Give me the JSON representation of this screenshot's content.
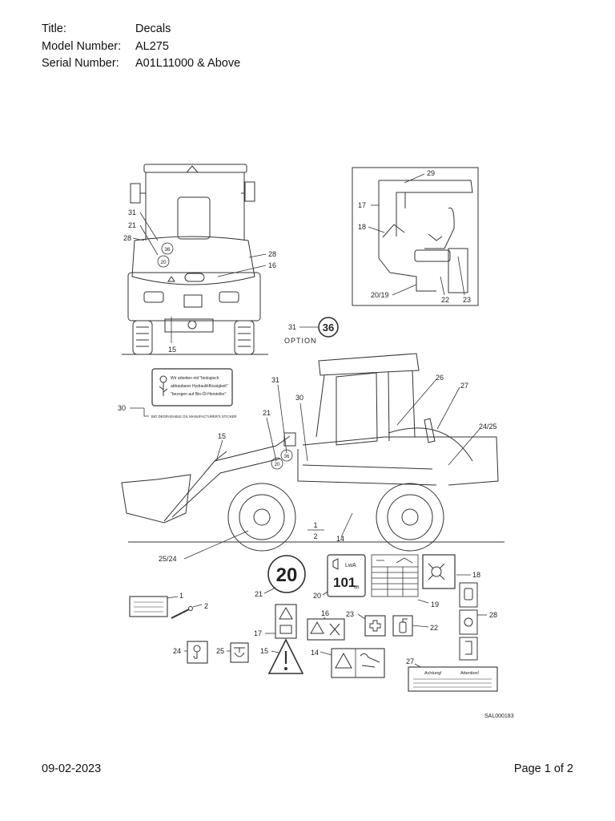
{
  "header": {
    "rows": [
      {
        "key": "Title:",
        "value": "Decals"
      },
      {
        "key": "Model Number:",
        "value": "AL275"
      },
      {
        "key": "Serial Number:",
        "value": "A01L11000 & Above"
      }
    ]
  },
  "figure": {
    "option_text": "OPTION",
    "ref_code": "SAL000183",
    "ratio_top": "1",
    "ratio_bottom": "2",
    "callouts": {
      "c1": "1",
      "c2": "2",
      "c14": "14",
      "c15": "15",
      "c16": "16",
      "c17": "17",
      "c18": "18",
      "c19": "19",
      "c20": "20",
      "c21": "21",
      "c22": "22",
      "c23": "23",
      "c24": "24",
      "c25": "25",
      "c26": "26",
      "c27": "27",
      "c28": "28",
      "c29": "29",
      "c30": "30",
      "c31": "31",
      "c36": "36",
      "c20_19": "20/19",
      "c24_25": "24/25",
      "c25_24": "25/24"
    },
    "decals": {
      "speed_20": "20",
      "noise_value": "101",
      "noise_unit": "dB",
      "noise_symbol": "LwA",
      "bio_line1": "Wir arbeiten mit \"biologisch",
      "bio_line2": "abbaubarer Hydraulikflüssigkeit\"",
      "bio_line3": "\"bezogen auf Bio-Öl-Hersteller\"",
      "bio_caption": "BIO DEGRADABLE OIL MANUFACTURER'S STICKER",
      "attention_left": "Achtung!",
      "attention_right": "Attention!"
    }
  },
  "footer": {
    "date": "09-02-2023",
    "page": "Page 1 of 2"
  }
}
